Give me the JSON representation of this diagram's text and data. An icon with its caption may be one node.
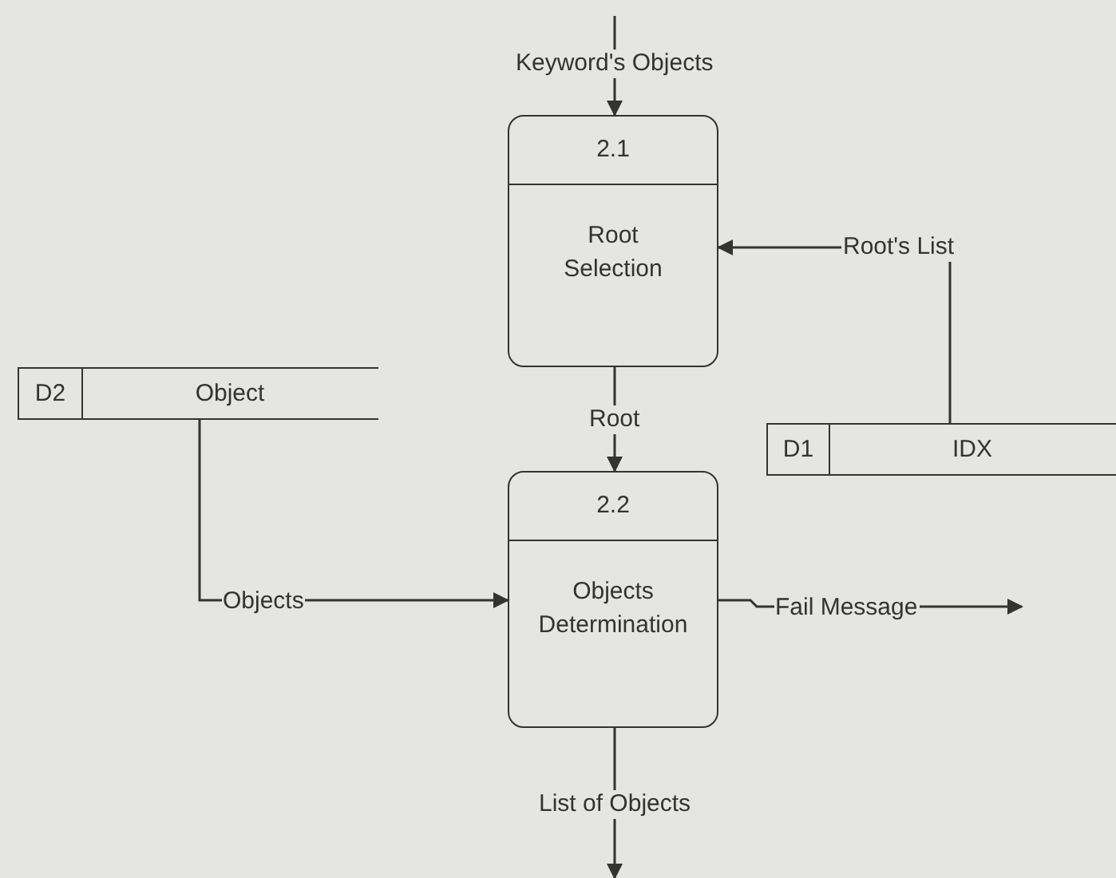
{
  "diagram": {
    "nodes": [
      {
        "text": [
          "2.1",
          "Root Selection"
        ]
      },
      {
        "text": [
          "D2",
          "Object"
        ]
      },
      {
        "text": [
          "D1",
          "IDX"
        ]
      },
      {
        "text": [
          "2.2",
          "Objects Determination"
        ]
      }
    ],
    "edges": [
      {
        "from": null,
        "to": 0,
        "arrow": "to",
        "label": "Keyword's Objects"
      },
      {
        "from": 2,
        "to": 0,
        "arrow": "to",
        "label": "Root's List"
      },
      {
        "from": 0,
        "to": 3,
        "arrow": "to",
        "label": "Root"
      },
      {
        "from": 1,
        "to": 3,
        "arrow": "to",
        "label": "Objects"
      },
      {
        "from": 3,
        "to": null,
        "arrow": "to",
        "label": "Fail Message"
      },
      {
        "from": 3,
        "to": null,
        "arrow": "to",
        "label": "List of Objects"
      }
    ]
  }
}
